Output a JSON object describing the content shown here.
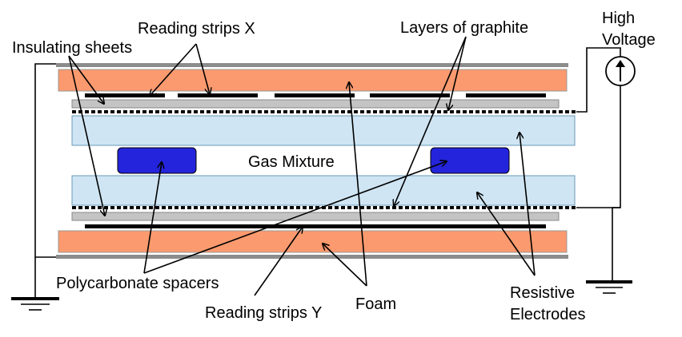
{
  "labels": {
    "reading_strips_x": "Reading strips X",
    "layers_of_graphite": "Layers of graphite",
    "high": "High",
    "voltage": "Voltage",
    "insulating_sheets": "Insulating sheets",
    "gas_mixture": "Gas Mixture",
    "polycarbonate_spacers": "Polycarbonate spacers",
    "reading_strips_y": "Reading strips Y",
    "foam": "Foam",
    "resistive": "Resistive",
    "electrodes": "Electrodes"
  },
  "colors": {
    "foam": "#fb9a6e",
    "resistive_electrode": "#cfe5f3",
    "spacer": "#2424dc",
    "insulating_sheet": "#c4c4c4",
    "outer_plate": "#8c8c8c",
    "graphite": "#000000"
  },
  "icons": {
    "high_voltage_source": "up-arrow-in-circle",
    "ground": "ground-symbol"
  }
}
